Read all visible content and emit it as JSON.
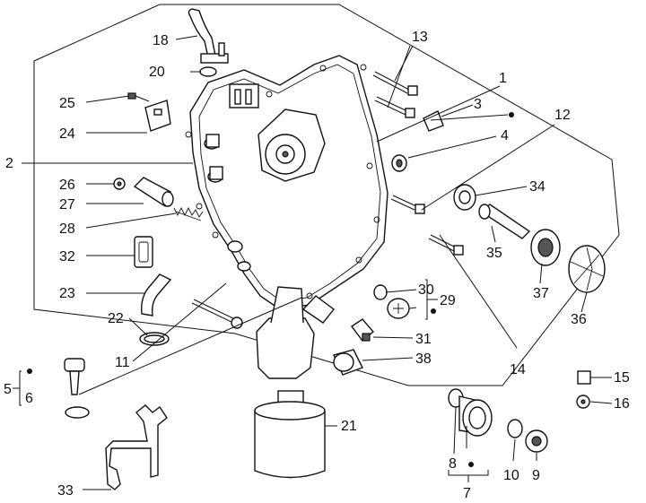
{
  "diagram": {
    "colors": {
      "ink": "#111111",
      "background": "#ffffff",
      "shade": "#555555"
    },
    "callouts": {
      "c1": "1",
      "c2": "2",
      "c3": "3",
      "c4": "4",
      "c5": "5",
      "c6": "6",
      "c7": "7",
      "c8": "8",
      "c9": "9",
      "c10": "10",
      "c11": "11",
      "c12": "12",
      "c13": "13",
      "c14": "14",
      "c15": "15",
      "c16": "16",
      "c18": "18",
      "c20": "20",
      "c21": "21",
      "c22": "22",
      "c23": "23",
      "c24": "24",
      "c25": "25",
      "c26": "26",
      "c27": "27",
      "c28": "28",
      "c29": "29",
      "c30": "30",
      "c31": "31",
      "c32": "32",
      "c33": "33",
      "c34": "34",
      "c35": "35",
      "c36": "36",
      "c37": "37",
      "c38": "38"
    }
  }
}
